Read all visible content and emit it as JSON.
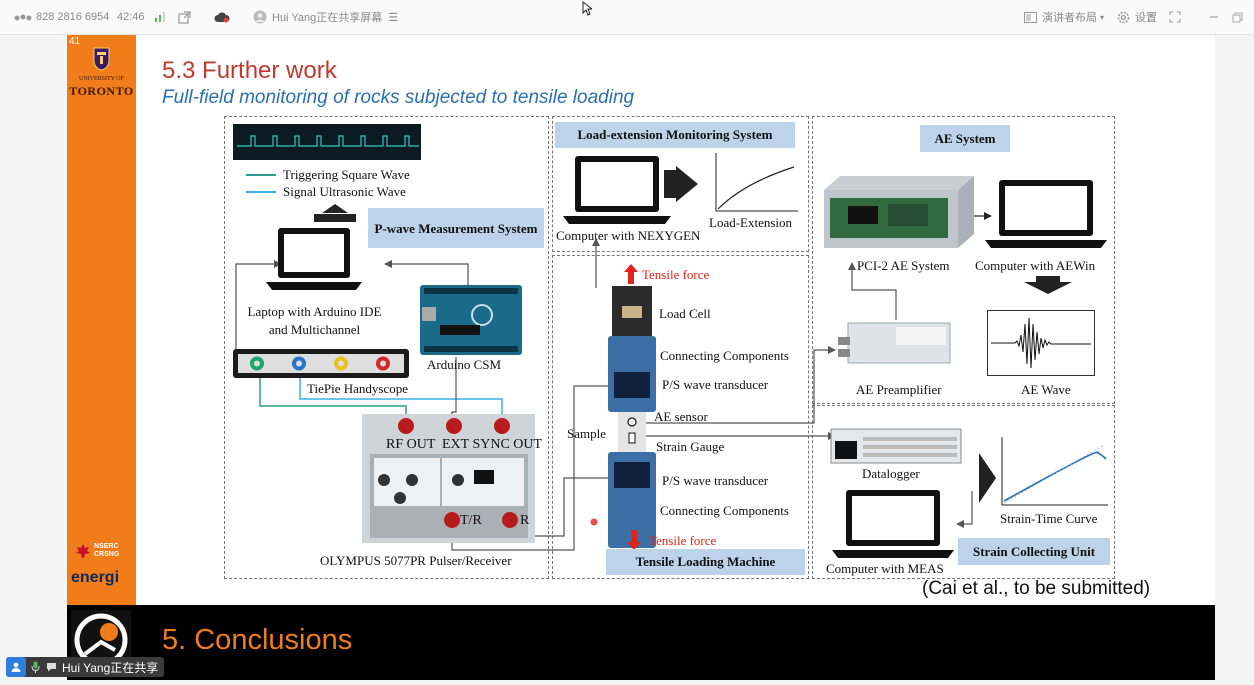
{
  "topbar": {
    "meeting_id": "828 2816 6954",
    "duration": "42:46",
    "sharer_label": "Hui Yang正在共享屏幕",
    "presenter_layout": "演讲者布局",
    "settings": "设置"
  },
  "slide": {
    "page_number": "41",
    "university_line1": "UNIVERSITY OF",
    "university_line2": "TORONTO",
    "nserc_line1": "NSERC",
    "nserc_line2": "CRSNG",
    "energi": "energi",
    "title": "5.3 Further work",
    "subtitle": "Full-field monitoring of rocks subjected to tensile loading",
    "citation": "(Cai et al., to be submitted)"
  },
  "diagram": {
    "legend_trigger": "Triggering Square Wave",
    "legend_signal": "Signal Ultrasonic Wave",
    "pwave_title": "P-wave Measurement System",
    "laptop_label": "Laptop with Arduino IDE and Multichannel",
    "arduino_label": "Arduino CSM",
    "tiepie_label": "TiePie Handyscope",
    "rf_out": "RF OUT",
    "ext_sync_out": "EXT SYNC OUT",
    "tr_label": "T/R",
    "r_label": "R",
    "olympus_label": "OLYMPUS 5077PR Pulser/Receiver",
    "load_ext_title": "Load-extension Monitoring System",
    "computer_nexygen": "Computer with NEXYGEN",
    "load_extension": "Load-Extension",
    "tensile_force": "Tensile force",
    "load_cell": "Load Cell",
    "connecting_components": "Connecting Components",
    "ps_transducer": "P/S wave transducer",
    "ae_sensor": "AE sensor",
    "sample": "Sample",
    "strain_gauge": "Strain Gauge",
    "tensile_machine": "Tensile Loading Machine",
    "ae_system_title": "AE System",
    "pci2": "PCI-2 AE System",
    "computer_aewin": "Computer with AEWin",
    "ae_preamp": "AE Preamplifier",
    "ae_wave": "AE Wave",
    "datalogger": "Datalogger",
    "strain_time_curve": "Strain-Time Curve",
    "computer_meas": "Computer with MEAS",
    "strain_unit_title": "Strain Collecting Unit"
  },
  "bottom": {
    "conclusions": "5. Conclusions",
    "sharing_status": "Hui Yang正在共享"
  },
  "colors": {
    "orange": "#f07c1a",
    "title_red": "#c0392b",
    "subtitle_blue": "#2a6fb0",
    "label_box": "#bcd3ea",
    "force_red": "#e2231a"
  }
}
